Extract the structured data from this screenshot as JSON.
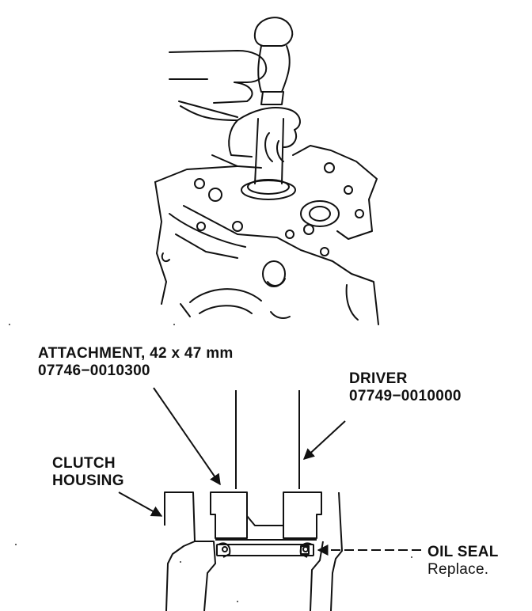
{
  "labels": {
    "attachment": {
      "name": "ATTACHMENT, 42 x 47 mm",
      "part_no": "07746−0010300"
    },
    "driver": {
      "name": "DRIVER",
      "part_no": "07749−0010000"
    },
    "clutch_housing": {
      "line1": "CLUTCH",
      "line2": "HOUSING"
    },
    "oil_seal": {
      "name": "OIL SEAL",
      "note": "Replace."
    }
  },
  "colors": {
    "ink": "#111111",
    "paper": "#ffffff"
  }
}
